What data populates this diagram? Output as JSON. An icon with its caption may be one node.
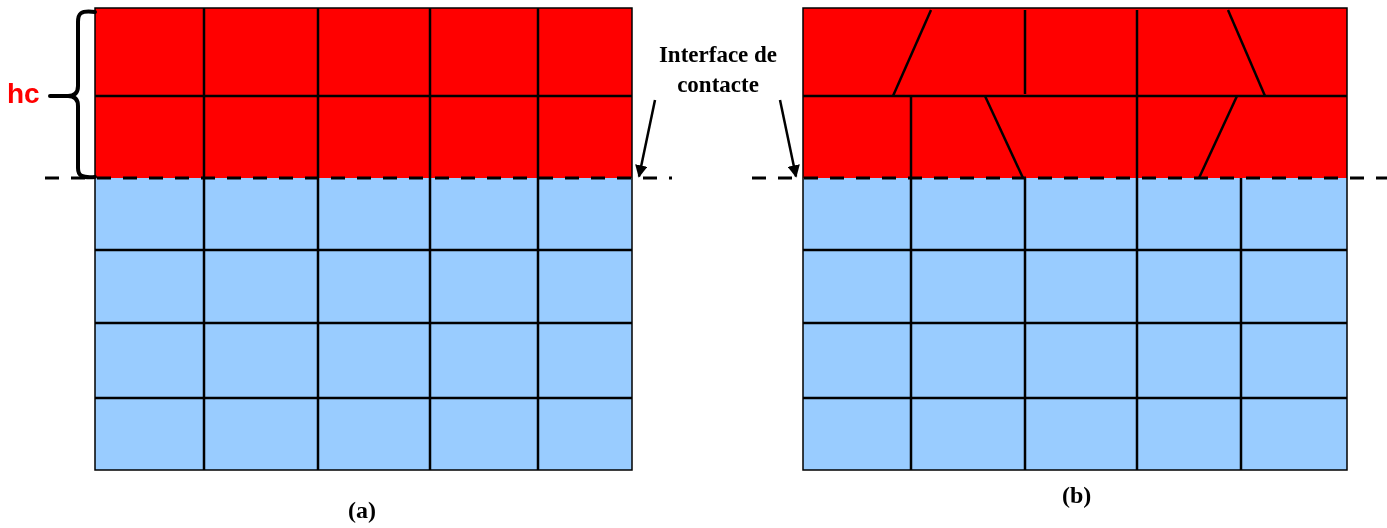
{
  "diagram": {
    "nodes": [
      {
        "text": [
          "Interface de contacte"
        ]
      },
      {
        "text": [],
        "shape": "bar"
      },
      {
        "text": [],
        "shape": "bar"
      }
    ],
    "edges": [
      {
        "from": 0,
        "to": 1,
        "arrow": "to"
      },
      {
        "from": 0,
        "to": 2,
        "arrow": "to"
      }
    ],
    "labels": [
      "hc",
      "(a)",
      "(b)"
    ]
  }
}
